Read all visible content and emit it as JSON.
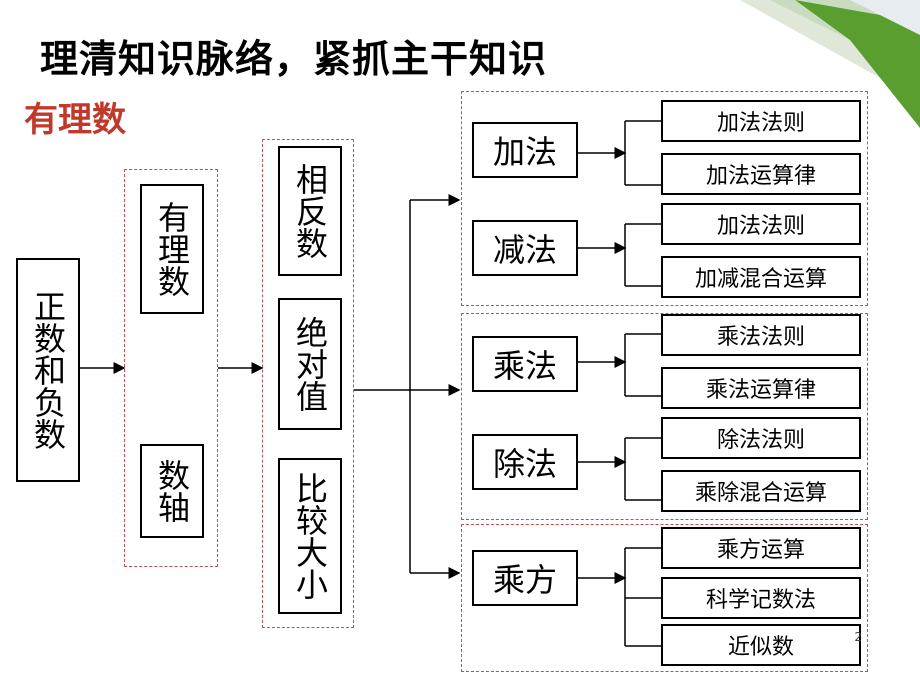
{
  "title": "理清知识脉络，紧抓主干知识",
  "subtitle": "有理数",
  "page_number": "2",
  "colors": {
    "subtitle": "#c0392b",
    "dashed_border": "#c0504d",
    "corner_green": "#5a9e2f"
  },
  "col1": {
    "root": "正数和负数"
  },
  "col2": {
    "rational": "有理数",
    "axis": "数轴"
  },
  "col3": {
    "opposite": "相反数",
    "absolute": "绝对值",
    "compare": "比较大小"
  },
  "ops": {
    "add": {
      "label": "加法",
      "items": [
        "加法法则",
        "加法运算律"
      ]
    },
    "sub": {
      "label": "减法",
      "items": [
        "加法法则",
        "加减混合运算"
      ]
    },
    "mul": {
      "label": "乘法",
      "items": [
        "乘法法则",
        "乘法运算律"
      ]
    },
    "div": {
      "label": "除法",
      "items": [
        "除法法则",
        "乘除混合运算"
      ]
    },
    "pow": {
      "label": "乘方",
      "items": [
        "乘方运算",
        "科学记数法",
        "近似数"
      ]
    }
  }
}
